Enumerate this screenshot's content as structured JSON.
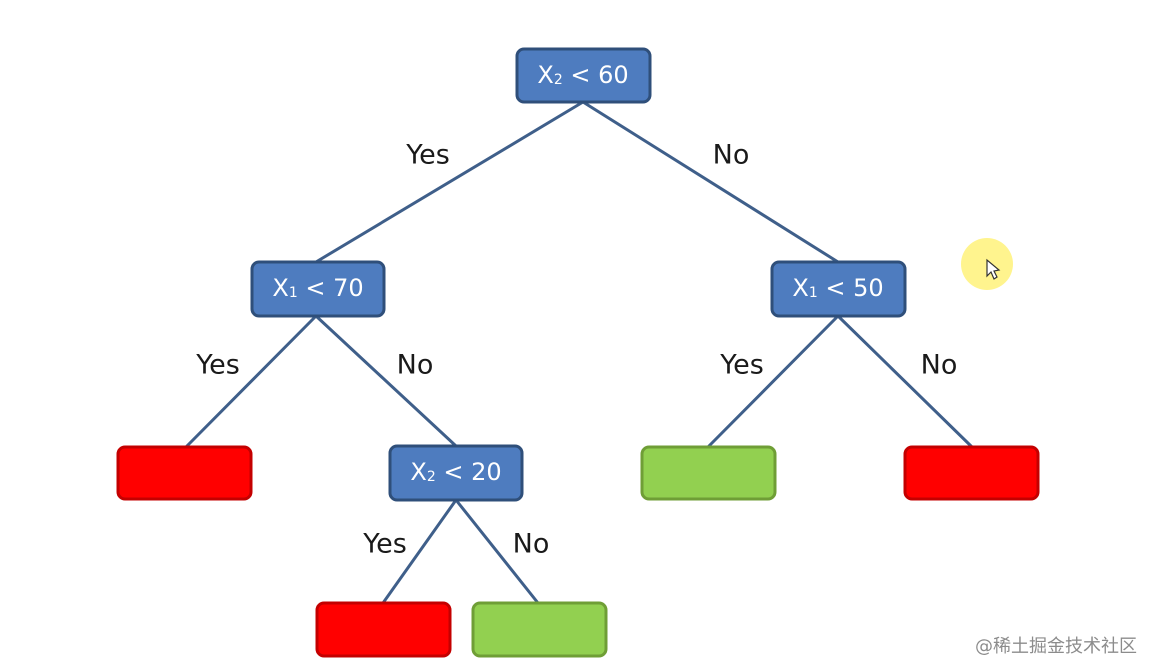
{
  "diagram": {
    "nodes": {
      "root": {
        "var": "X",
        "sub": "2",
        "rest": " < 60"
      },
      "left": {
        "var": "X",
        "sub": "1",
        "rest": " < 70"
      },
      "right": {
        "var": "X",
        "sub": "1",
        "rest": " < 50"
      },
      "left_right": {
        "var": "X",
        "sub": "2",
        "rest": " < 20"
      }
    },
    "leaves": {
      "left_left": "red",
      "left_right_left": "red",
      "left_right_right": "green",
      "right_left": "green",
      "right_right": "red"
    },
    "branch_labels": {
      "yes": "Yes",
      "no": "No"
    },
    "colors": {
      "decision_fill": "#4e7cbf",
      "red_leaf": "#ff0000",
      "green_leaf": "#92d050",
      "edge": "#3f5f8a"
    }
  },
  "watermark": "@稀土掘金技术社区"
}
